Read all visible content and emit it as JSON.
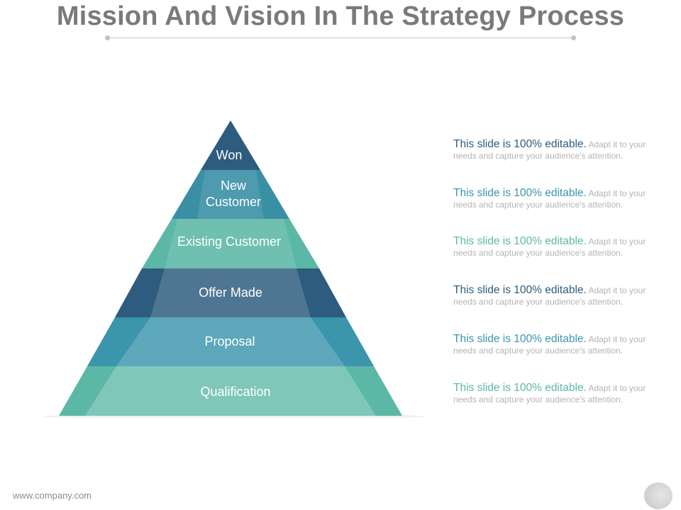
{
  "slide": {
    "title": "Mission And Vision In The Strategy Process",
    "footer": "www.company.com"
  },
  "pyramid": {
    "levels": [
      {
        "label": "Won",
        "color": "#2d5c7f"
      },
      {
        "label": "New Customer",
        "color": "#3a8fa5"
      },
      {
        "label": "Existing Customer",
        "color": "#5cb8a6"
      },
      {
        "label": "Offer Made",
        "color": "#2d5c7f"
      },
      {
        "label": "Proposal",
        "color": "#3a95ad"
      },
      {
        "label": "Qualification",
        "color": "#5cb8a6"
      }
    ]
  },
  "descriptions": [
    {
      "lead": "This slide is 100% editable.",
      "rest": "Adapt it to your needs and capture your audience's attention.",
      "color": "#2d5c7f"
    },
    {
      "lead": "This slide is 100% editable.",
      "rest": "Adapt it to your needs and capture your audience's attention.",
      "color": "#3a95ad"
    },
    {
      "lead": "This slide is 100% editable.",
      "rest": "Adapt it to your needs and capture your audience's attention.",
      "color": "#5cb8a6"
    },
    {
      "lead": "This slide is 100% editable.",
      "rest": "Adapt it to your needs and capture your audience's attention.",
      "color": "#2d5c7f"
    },
    {
      "lead": "This slide is 100% editable.",
      "rest": "Adapt it to your needs and capture your audience's attention.",
      "color": "#3a95ad"
    },
    {
      "lead": "This slide is 100% editable.",
      "rest": "Adapt it to your needs and capture your audience's attention.",
      "color": "#5cb8a6"
    }
  ]
}
